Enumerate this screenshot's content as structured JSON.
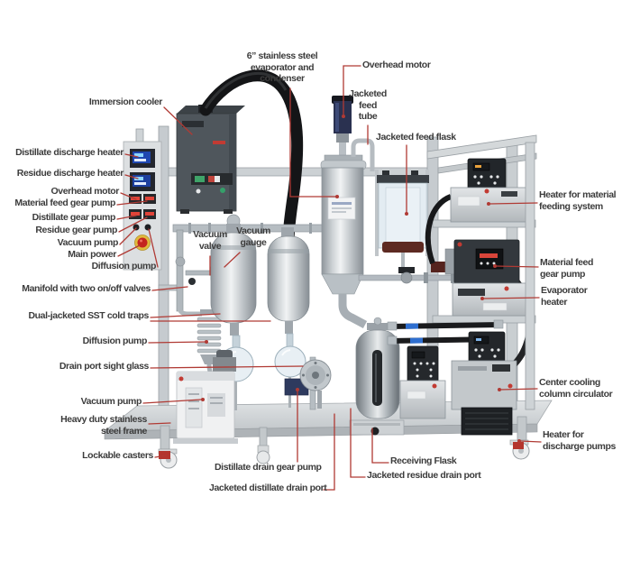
{
  "figure": {
    "type": "labeled-equipment-diagram",
    "subject": "Wiped-film / short-path molecular distillation system with callout labels"
  },
  "colors": {
    "background": "#ffffff",
    "leader_line": "#b03a34",
    "label_text": "#3c3c3c",
    "steel_light": "#d6dadd",
    "steel_dark": "#878e94",
    "dark_device": "#2c3034",
    "motor_navy": "#2a3150",
    "hose_black": "#151617",
    "estop_red": "#c4231f",
    "estop_yellow": "#e0b93c",
    "valve_green": "#2f7f4f",
    "glass": "#e3ecf2"
  },
  "labels": [
    {
      "id": "evaporator-condenser",
      "text": "6” stainless steel\nevaporator and\ncondenser"
    },
    {
      "id": "overhead-motor-top",
      "text": "Overhead motor"
    },
    {
      "id": "jacketed-feed-tube",
      "text": "Jacketed\nfeed\ntube"
    },
    {
      "id": "jacketed-feed-flask",
      "text": "Jacketed feed flask"
    },
    {
      "id": "immersion-cooler",
      "text": "Immersion cooler"
    },
    {
      "id": "distillate-discharge-heater",
      "text": "Distillate discharge heater"
    },
    {
      "id": "residue-discharge-heater",
      "text": "Residue discharge heater"
    },
    {
      "id": "overhead-motor-switch",
      "text": "Overhead motor"
    },
    {
      "id": "material-feed-gear-pump-switch",
      "text": "Material feed gear pump"
    },
    {
      "id": "distillate-gear-pump-switch",
      "text": "Distillate gear pump"
    },
    {
      "id": "residue-gear-pump-switch",
      "text": "Residue gear pump"
    },
    {
      "id": "vacuum-pump-switch",
      "text": "Vacuum pump"
    },
    {
      "id": "main-power",
      "text": "Main power"
    },
    {
      "id": "diffusion-pump-switch",
      "text": "Diffusion pump"
    },
    {
      "id": "manifold",
      "text": "Manifold with two on/off valves"
    },
    {
      "id": "cold-traps",
      "text": "Dual-jacketed SST cold traps"
    },
    {
      "id": "diffusion-pump",
      "text": "Diffusion pump"
    },
    {
      "id": "drain-port-sight-glass",
      "text": "Drain port sight glass"
    },
    {
      "id": "vacuum-pump",
      "text": "Vacuum pump"
    },
    {
      "id": "stainless-frame",
      "text": "Heavy duty stainless\nsteel frame"
    },
    {
      "id": "lockable-casters",
      "text": "Lockable casters"
    },
    {
      "id": "vacuum-valve",
      "text": "Vacuum\nvalve"
    },
    {
      "id": "vacuum-gauge",
      "text": "Vacuum\ngauge"
    },
    {
      "id": "distillate-drain-gear-pump",
      "text": "Distillate drain gear pump"
    },
    {
      "id": "jacketed-distillate-drain-port",
      "text": "Jacketed distillate drain port"
    },
    {
      "id": "receiving-flask",
      "text": "Receiving Flask"
    },
    {
      "id": "jacketed-residue-drain-port",
      "text": "Jacketed residue drain port"
    },
    {
      "id": "heater-material-feeding",
      "text": "Heater for material\nfeeding system"
    },
    {
      "id": "material-feed-gear-pump",
      "text": "Material feed\ngear pump"
    },
    {
      "id": "evaporator-heater",
      "text": "Evaporator\nheater"
    },
    {
      "id": "center-cooling-circulator",
      "text": "Center cooling\ncolumn circulator"
    },
    {
      "id": "heater-discharge-pumps",
      "text": "Heater for\ndischarge pumps"
    }
  ]
}
